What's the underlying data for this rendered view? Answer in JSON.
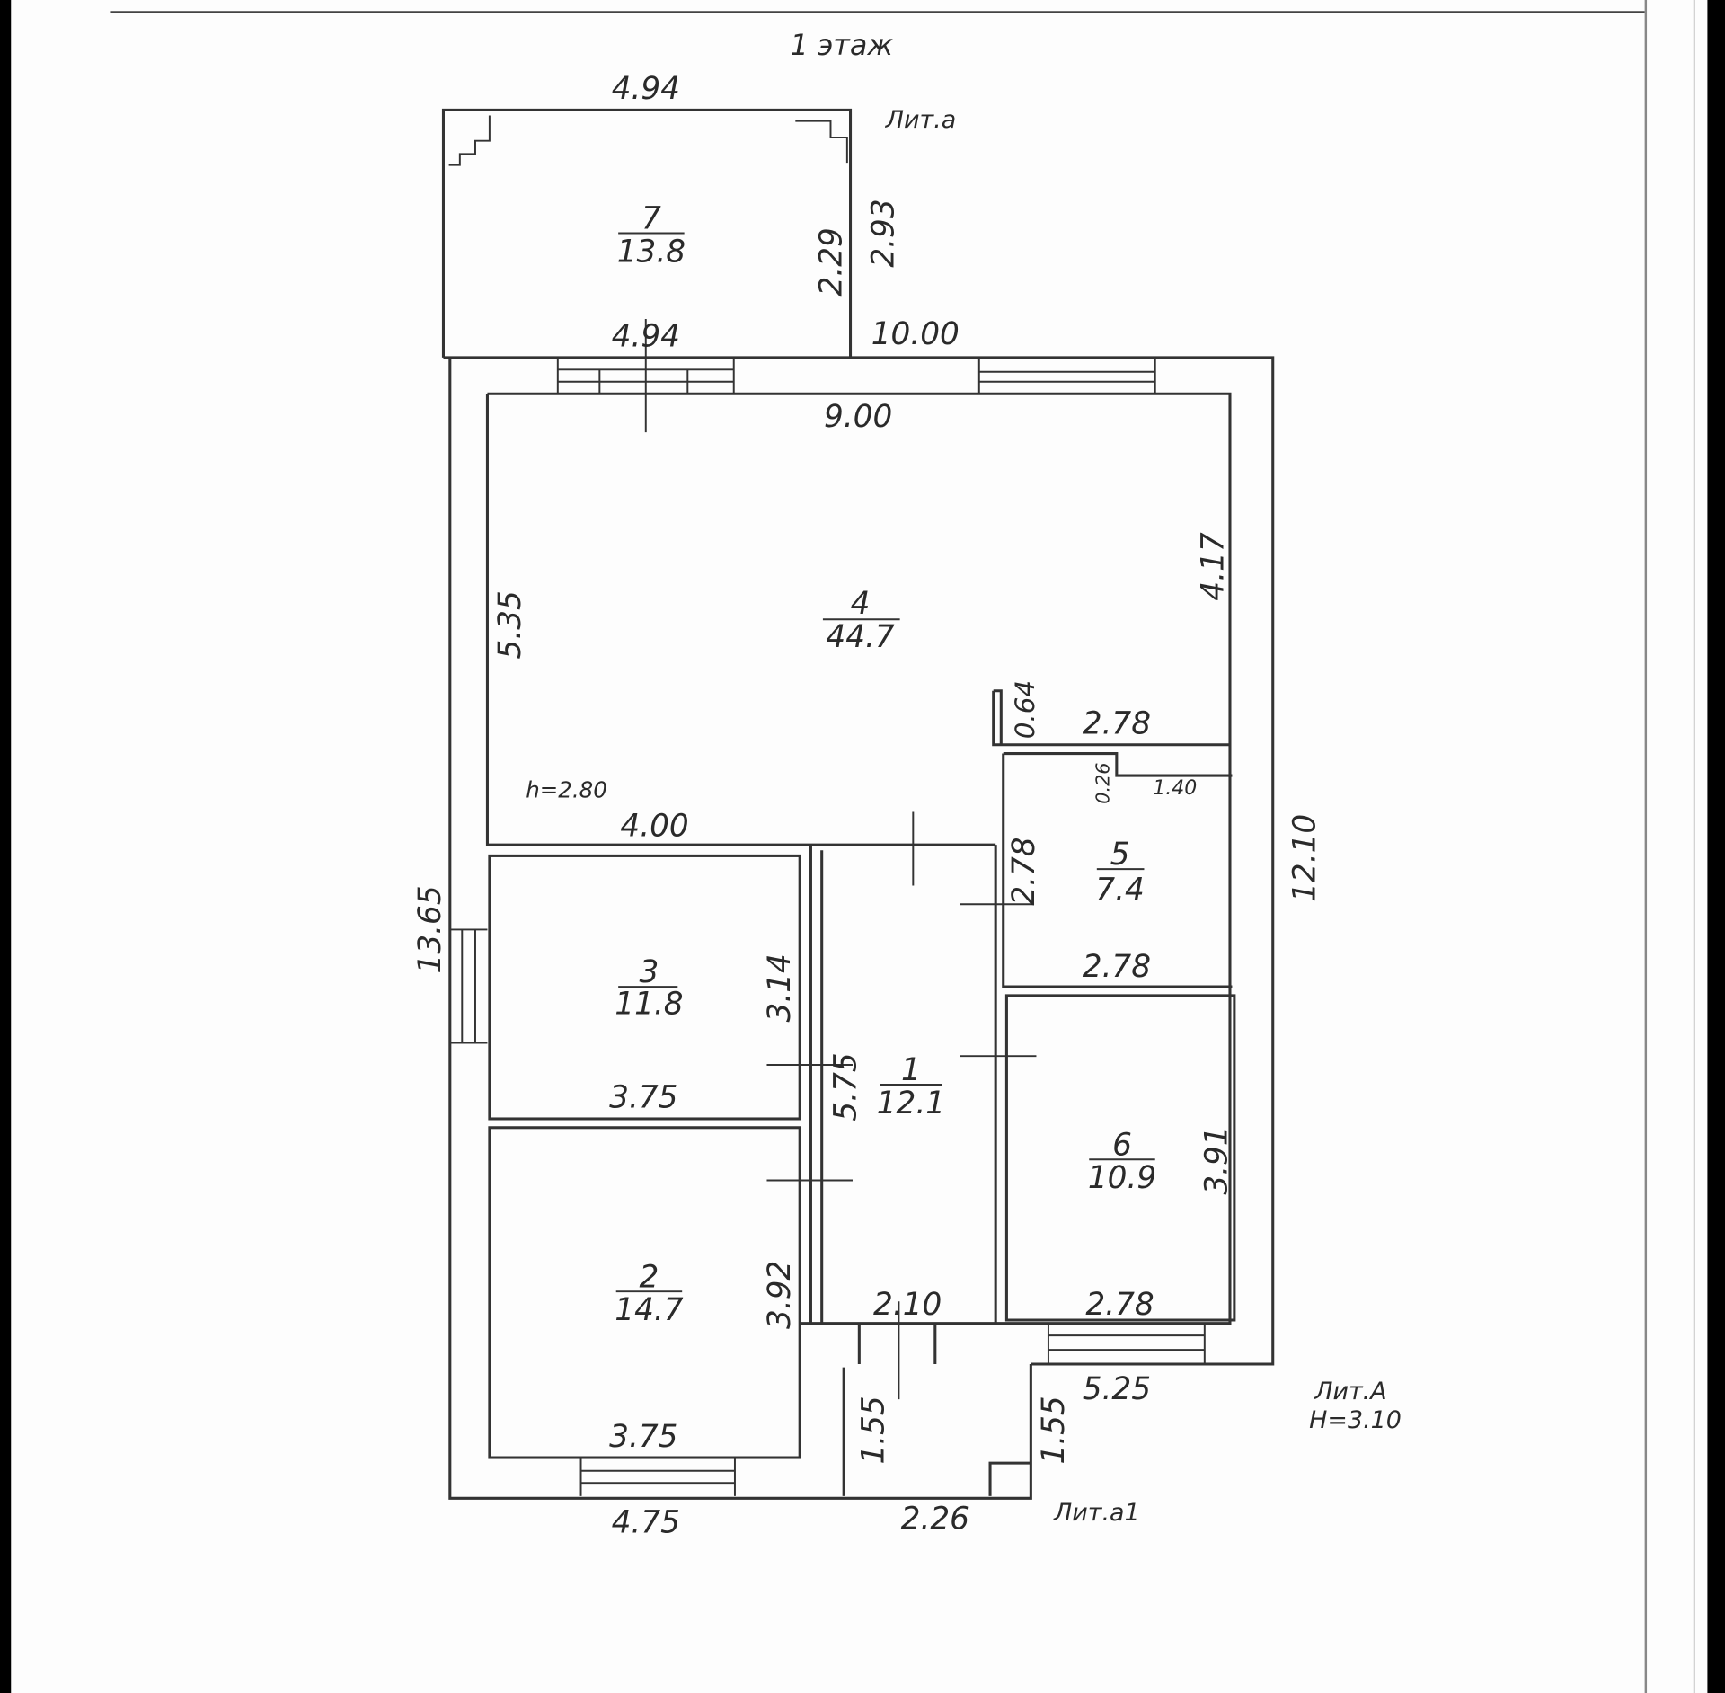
{
  "title": "1 этаж",
  "labels": {
    "lit_a_small": "Лит.а",
    "lit_A": "Лит.А",
    "lit_A_height": "H=3.10",
    "lit_a1": "Лит.а1",
    "ceiling_height": "h=2.80"
  },
  "rooms": [
    {
      "number": "1",
      "area": "12.1"
    },
    {
      "number": "2",
      "area": "14.7"
    },
    {
      "number": "3",
      "area": "11.8"
    },
    {
      "number": "4",
      "area": "44.7"
    },
    {
      "number": "5",
      "area": "7.4"
    },
    {
      "number": "6",
      "area": "10.9"
    },
    {
      "number": "7",
      "area": "13.8"
    }
  ],
  "dimensions": {
    "top_7": "4.94",
    "bottom_7": "4.94",
    "right_7_inner": "2.29",
    "right_7_outer": "2.93",
    "top_main": "10.00",
    "room4_width": "9.00",
    "room4_left": "5.35",
    "room4_right": "4.17",
    "partition": "0.64",
    "room5_top": "2.78",
    "niche_h": "0.26",
    "niche_w": "1.40",
    "room4_bottom": "4.00",
    "room5_left": "2.78",
    "room5_bottom": "2.78",
    "total_right": "12.10",
    "total_left": "13.65",
    "room3_right": "3.14",
    "room3_bottom": "3.75",
    "corridor_len": "5.75",
    "room6_right": "3.91",
    "room2_right": "3.92",
    "corridor_bottom": "2.10",
    "room6_bottom": "2.78",
    "bottom_right": "5.25",
    "room2_bottom": "3.75",
    "a1_left": "1.55",
    "a1_right": "1.55",
    "bottom_left": "4.75",
    "a1_bottom": "2.26"
  }
}
